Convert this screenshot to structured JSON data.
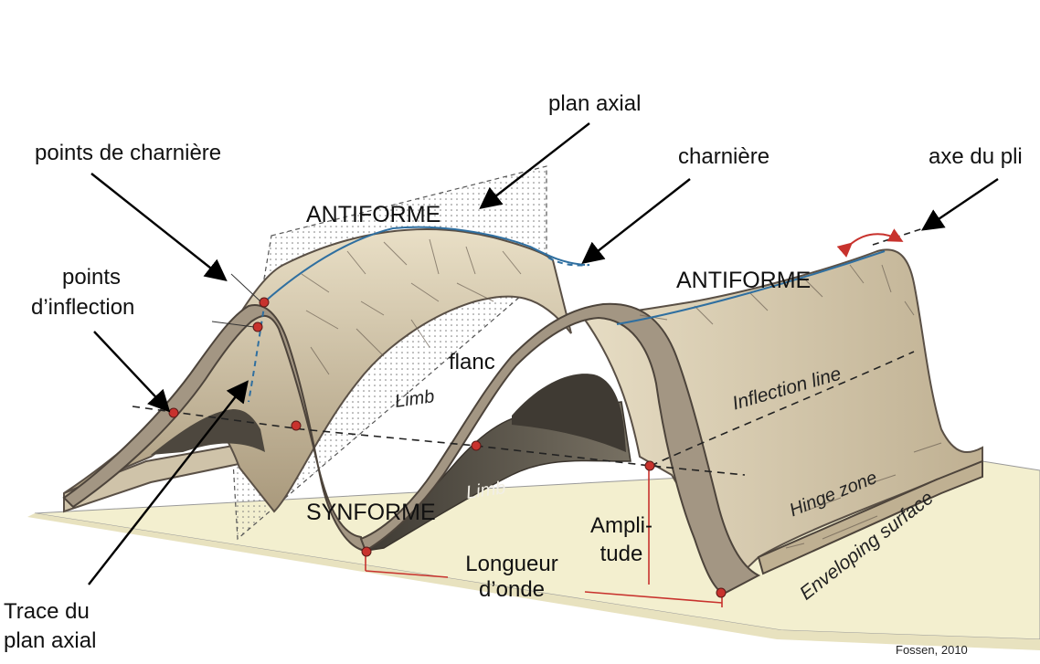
{
  "labels": {
    "plan_axial": "plan axial",
    "points_charniere": "points de charnière",
    "charniere": "charnière",
    "axe_du_pli": "axe du pli",
    "antiforme_1": "ANTIFORME",
    "antiforme_2": "ANTIFORME",
    "points_inflection_1": "points",
    "points_inflection_2": "d’inflection",
    "flanc": "flanc",
    "limb_1": "Limb",
    "limb_2": "Limb",
    "inflection_line": "Inflection line",
    "hinge_zone": "Hinge zone",
    "enveloping_surface": "Enveloping surface",
    "synforme": "SYNFORME",
    "amplitude_1": "Ampli-",
    "amplitude_2": "tude",
    "longueur_1": "Longueur",
    "longueur_2": "d’onde",
    "trace_1": "Trace du",
    "trace_2": "plan axial",
    "credit": "Fossen, 2010"
  },
  "colors": {
    "fold_surface": "#cdbf9f",
    "fold_shadow": "#5c554a",
    "fold_edge": "#8a7c6c",
    "base_plane": "#f3efcf",
    "hinge_line": "#2f6fa0",
    "point": "#c8322d",
    "measure": "#c8322d"
  }
}
